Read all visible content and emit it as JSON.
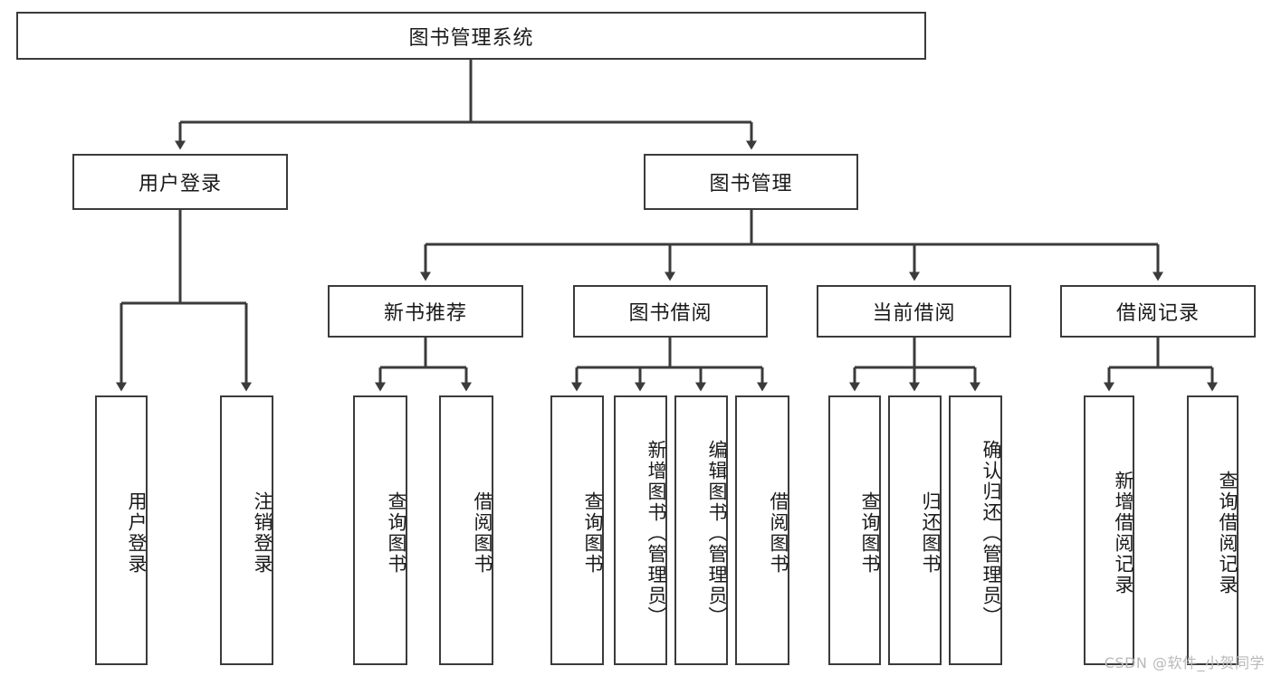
{
  "diagram": {
    "type": "tree-hierarchy-chart",
    "title": "图书管理系统",
    "background_color": "#ffffff",
    "line_color": "#3b3b3b",
    "box_fill": "#ffffff",
    "text_color": "#1a1a1a",
    "root": {
      "label": "图书管理系统"
    },
    "level2": [
      {
        "label": "用户登录"
      },
      {
        "label": "图书管理"
      }
    ],
    "level3": [
      {
        "label": "新书推荐"
      },
      {
        "label": "图书借阅"
      },
      {
        "label": "当前借阅"
      },
      {
        "label": "借阅记录"
      }
    ],
    "leaves": {
      "user_login": [
        {
          "label": "用户登录"
        },
        {
          "label": "注销登录"
        }
      ],
      "new_book_recommend": [
        {
          "label": "查询图书"
        },
        {
          "label": "借阅图书"
        }
      ],
      "book_borrow": [
        {
          "label": "查询图书"
        },
        {
          "label": "新增图书（管理员）"
        },
        {
          "label": "编辑图书（管理员）"
        },
        {
          "label": "借阅图书"
        }
      ],
      "current_borrow": [
        {
          "label": "查询图书"
        },
        {
          "label": "归还图书"
        },
        {
          "label": "确认归还（管理员）"
        }
      ],
      "borrow_record": [
        {
          "label": "新增借阅记录"
        },
        {
          "label": "查询借阅记录"
        }
      ]
    }
  },
  "watermark": {
    "text": "CSDN @软件_小贺同学"
  }
}
